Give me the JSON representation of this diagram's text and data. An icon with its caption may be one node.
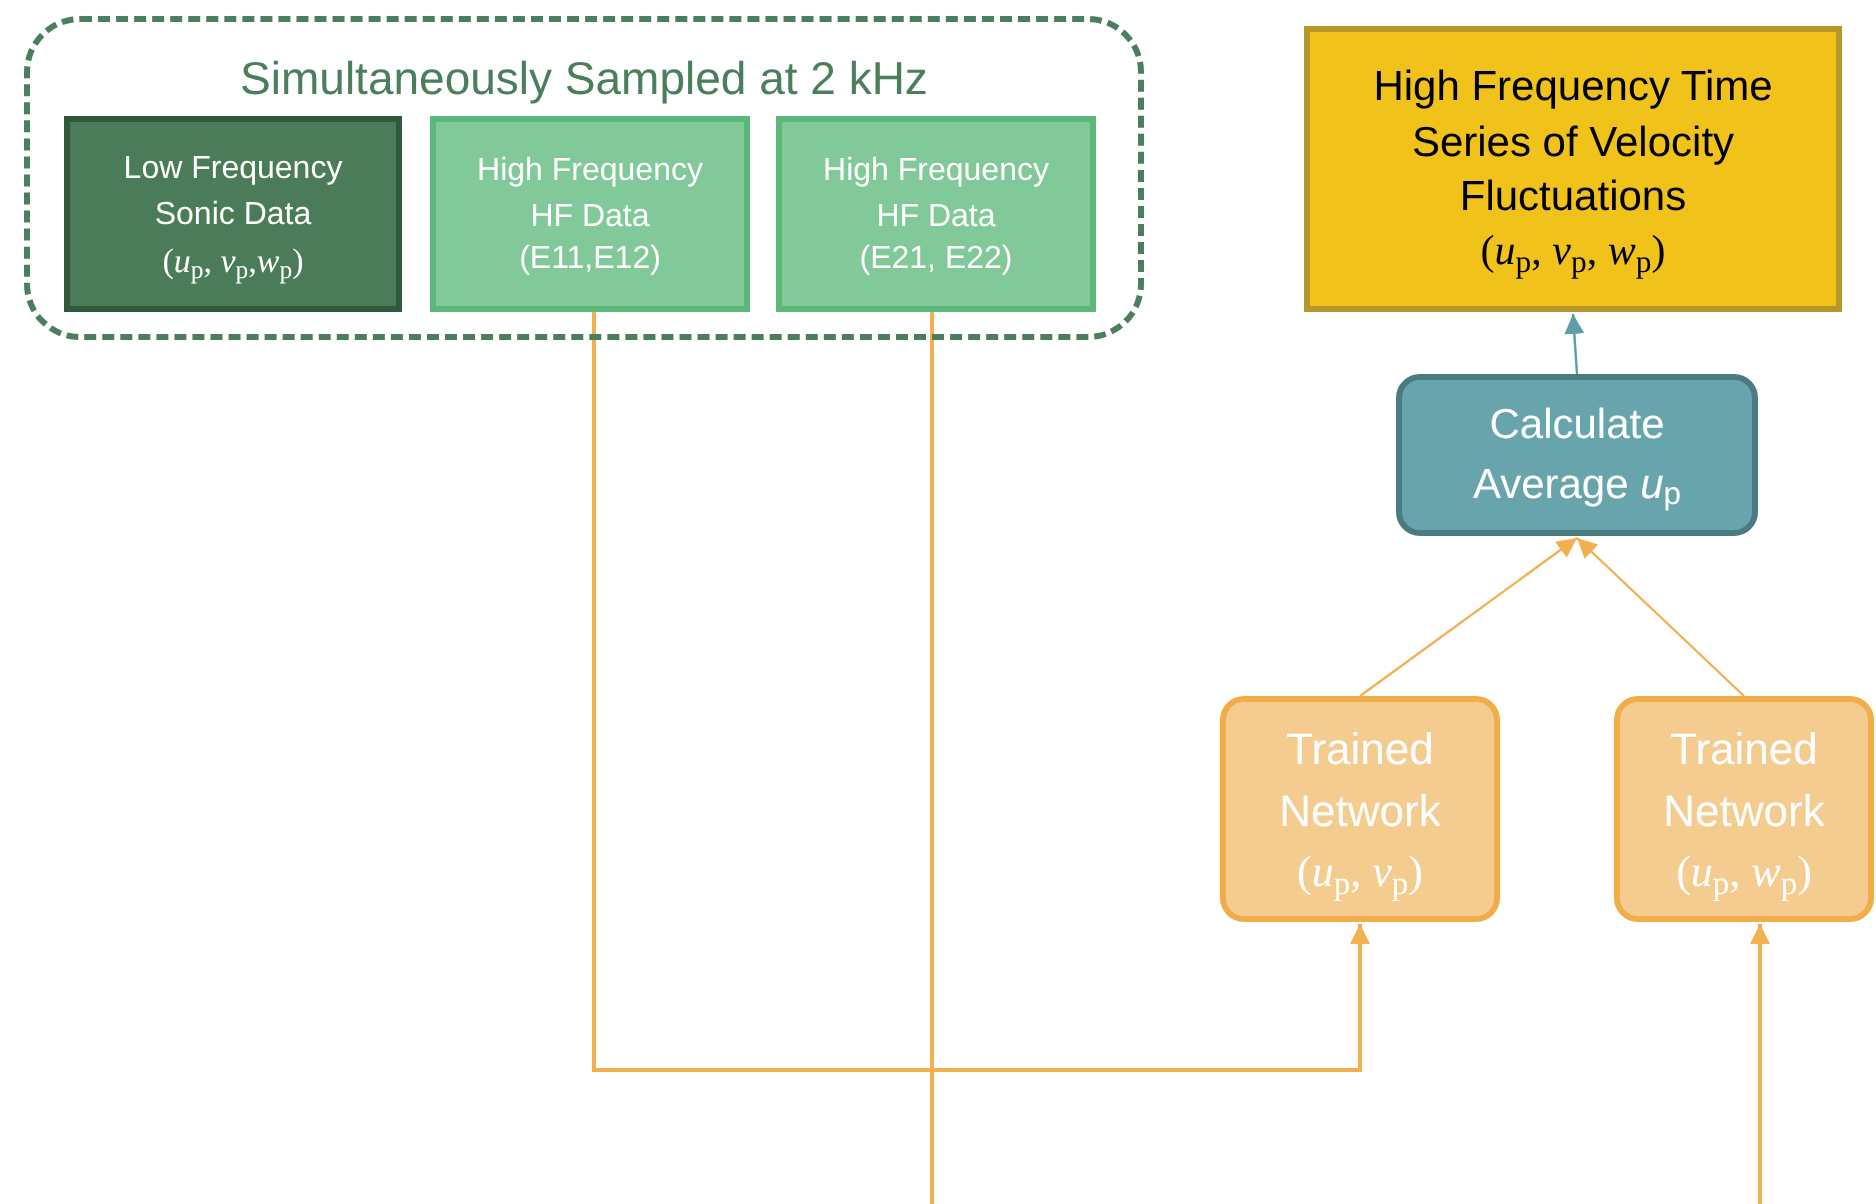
{
  "diagram": {
    "nodes": [
      {
        "text": [
          "Simultaneously Sampled at 2 kHz"
        ]
      },
      {
        "text": [
          "Low Frequency Sonic Data",
          "(*u*$_{p}$, *v*$_{p}$,*w*$_{p}$)"
        ],
        "in": 0
      },
      {
        "text": [
          "High Frequency HF Data",
          "(E11,E12)"
        ],
        "in": 0
      },
      {
        "text": [
          "High Frequency HF Data",
          "(E21, E22)"
        ],
        "in": 0
      },
      {
        "text": [
          "High Frequency Time Series of Velocity Fluctuations",
          "(*u*$_{p}$, *v*$_{p}$, *w*$_{p}$)"
        ]
      },
      {
        "text": [
          "Calculate Average *u*$_{p}$"
        ]
      },
      {
        "text": [
          "Trained Network",
          "(*u*$_{p}$, *v*$_{p}$)"
        ]
      },
      {
        "text": [
          "Trained Network",
          "(*u*$_{p}$, *w*$_{p}$)"
        ]
      }
    ],
    "edges": [
      {
        "from": 2,
        "to": 6,
        "arrow": "to"
      },
      {
        "from": 3,
        "to": null,
        "arrow": "none"
      },
      {
        "from": null,
        "to": 7,
        "arrow": "to"
      },
      {
        "from": 6,
        "to": 5,
        "arrow": "to"
      },
      {
        "from": 7,
        "to": 5,
        "arrow": "to"
      },
      {
        "from": 5,
        "to": 4,
        "arrow": "to",
        "color": "#5b9ea8"
      }
    ]
  }
}
